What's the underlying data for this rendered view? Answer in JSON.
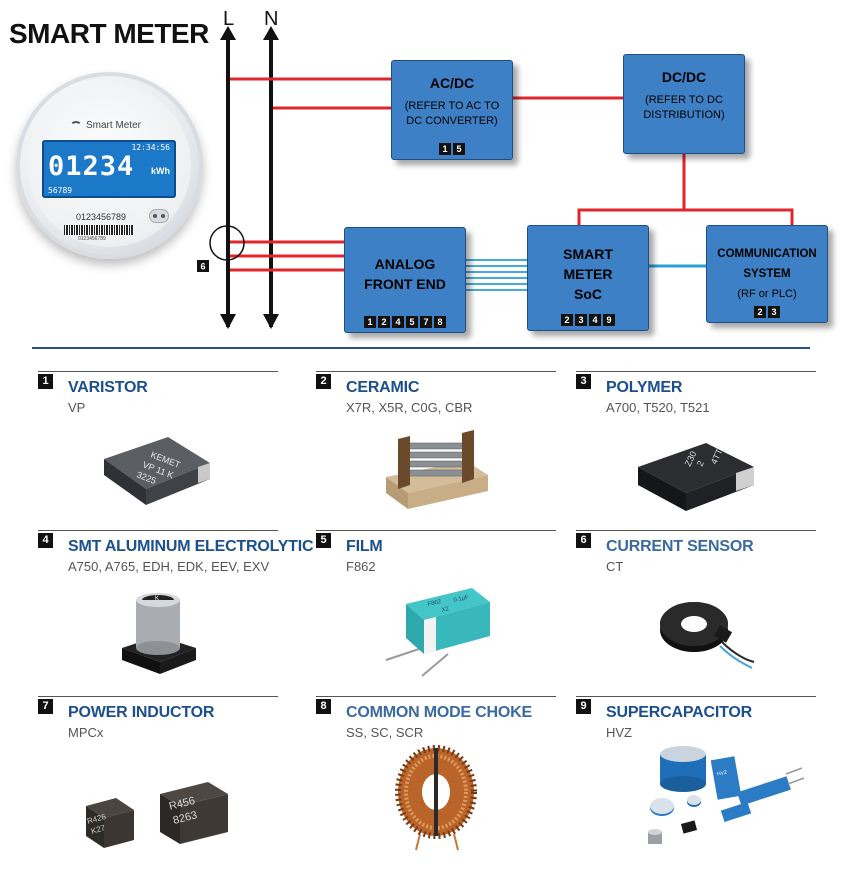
{
  "header": {
    "title": "SMART METER"
  },
  "meter": {
    "brand": "Smart Meter",
    "time": "12:34:56",
    "reading": "01234",
    "unit": "kWh",
    "sub_reading": "56789",
    "serial": "0123456789",
    "barcode_text": "0123456789"
  },
  "lines": {
    "live": "L",
    "neutral": "N"
  },
  "current_sensor_badge": "6",
  "blocks": {
    "acdc": {
      "title": "AC/DC",
      "desc_line1": "(REFER TO AC TO",
      "desc_line2": "DC CONVERTER)",
      "badges": [
        "1",
        "5"
      ]
    },
    "dcdc": {
      "title": "DC/DC",
      "desc_line1": "(REFER TO DC",
      "desc_line2": "DISTRIBUTION)",
      "badges": []
    },
    "afe": {
      "title_line1": "ANALOG",
      "title_line2": "FRONT END",
      "badges": [
        "1",
        "2",
        "4",
        "5",
        "7",
        "8"
      ]
    },
    "soc": {
      "title_line1": "SMART",
      "title_line2": "METER",
      "title_line3": "SoC",
      "badges": [
        "2",
        "3",
        "4",
        "9"
      ]
    },
    "comm": {
      "title_line1": "COMMUNICATION",
      "title_line2": "SYSTEM",
      "desc": "(RF or PLC)",
      "badges": [
        "2",
        "3"
      ]
    }
  },
  "components": [
    {
      "num": "1",
      "name": "VARISTOR",
      "series": "VP"
    },
    {
      "num": "2",
      "name": "CERAMIC",
      "series": "X7R, X5R, C0G, CBR"
    },
    {
      "num": "3",
      "name": "POLYMER",
      "series": "A700, T520, T521"
    },
    {
      "num": "4",
      "name": "SMT ALUMINUM ELECTROLYTIC",
      "series": "A750, A765, EDH, EDK, EEV, EXV"
    },
    {
      "num": "5",
      "name": "FILM",
      "series": "F862"
    },
    {
      "num": "6",
      "name": "CURRENT SENSOR",
      "series": "CT"
    },
    {
      "num": "7",
      "name": "POWER INDUCTOR",
      "series": "MPCx"
    },
    {
      "num": "8",
      "name": "COMMON MODE CHOKE",
      "series": "SS, SC, SCR"
    },
    {
      "num": "9",
      "name": "SUPERCAPACITOR",
      "series": "HVZ"
    }
  ],
  "part_markings": {
    "varistor": [
      "KEMET",
      "VP 11 K",
      "3225"
    ],
    "polymer": [
      "4TT",
      "2",
      "Z30"
    ],
    "electrolytic": "K",
    "film": [
      "F862",
      "X2",
      "0.1µF"
    ],
    "inductor_small": [
      "R426",
      "K27"
    ],
    "inductor_large": [
      "R456",
      "8263"
    ],
    "supercap": "HVZ"
  },
  "colors": {
    "block": "#3d80c5",
    "wire_red": "#e0262d",
    "wire_blue": "#2a9fd6",
    "heading_blue": "#1b4f8e"
  }
}
